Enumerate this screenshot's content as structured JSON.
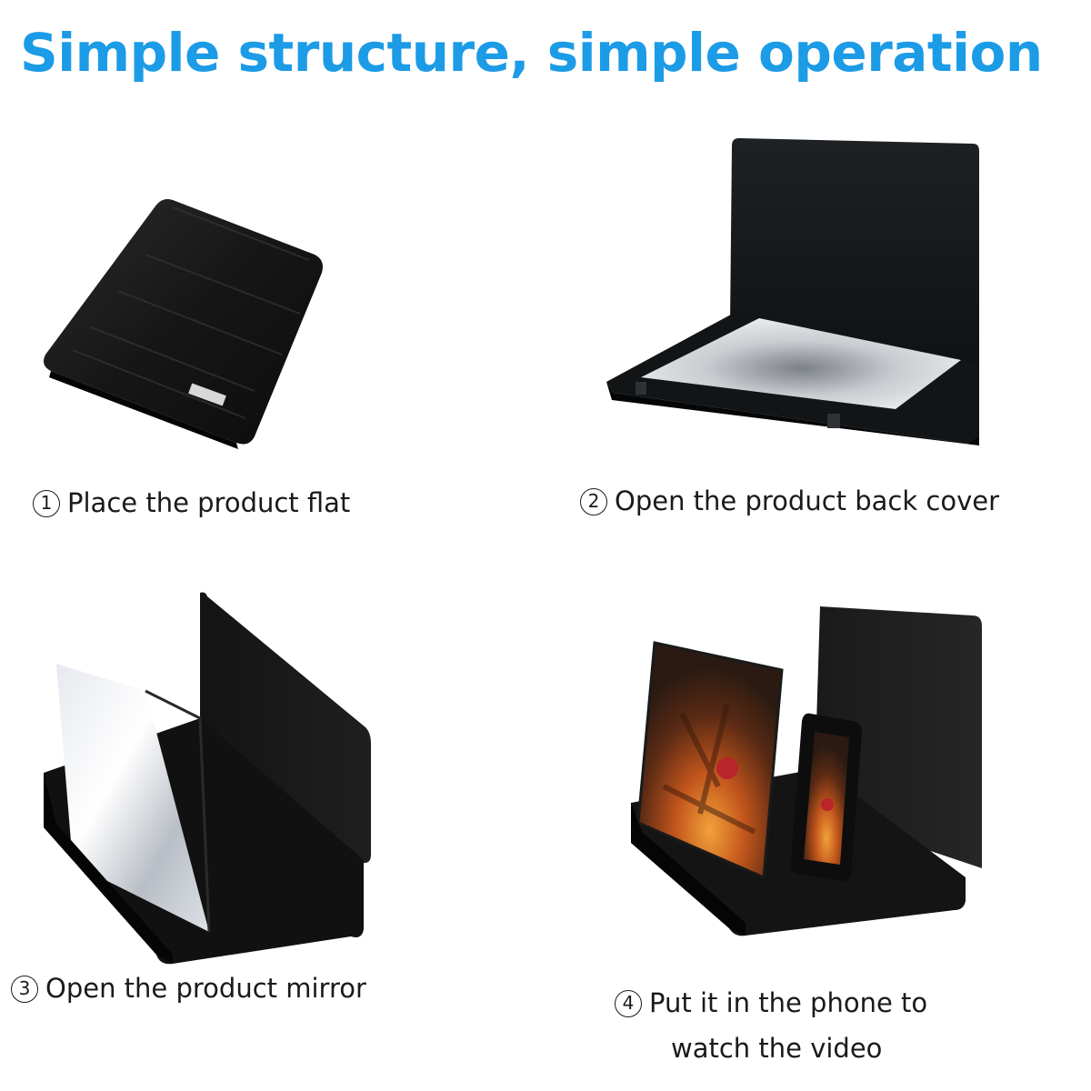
{
  "headline": "Simple structure, simple operation",
  "steps": [
    {
      "number": "1",
      "text": "Place the product flat"
    },
    {
      "number": "2",
      "text": "Open the product back cover"
    },
    {
      "number": "3",
      "text": "Open the product mirror"
    },
    {
      "number": "4",
      "text": "Put it in the phone to",
      "text_line2": "watch the video"
    }
  ],
  "colors": {
    "headline": "#1c9be6",
    "product": "#151515",
    "caption": "#1a1a1a"
  }
}
